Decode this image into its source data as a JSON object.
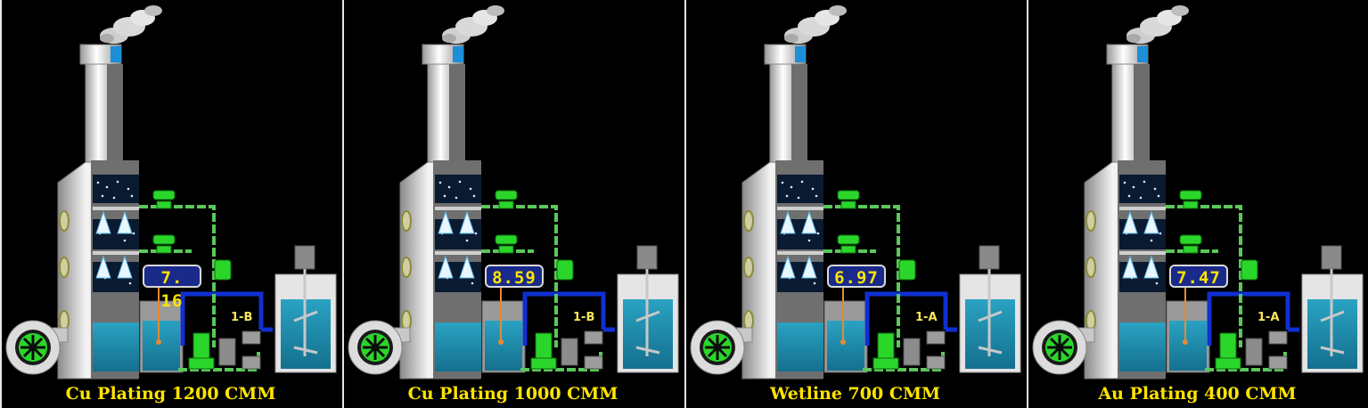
{
  "panels": [
    {
      "title": "Cu Plating 1200 CMM",
      "ph_value": "7. 16",
      "pump_tag": "1-B"
    },
    {
      "title": "Cu Plating 1000 CMM",
      "ph_value": "8.59",
      "pump_tag": "1-B"
    },
    {
      "title": "Wetline 700 CMM",
      "ph_value": "6.97",
      "pump_tag": "1-A"
    },
    {
      "title": "Au Plating 400 CMM",
      "ph_value": "7.47",
      "pump_tag": "1-A"
    }
  ],
  "colors": {
    "background": "#000000",
    "caption_text": "#ffe400",
    "ph_display_bg": "#1a2a8a",
    "ph_display_text": "#ffe400",
    "water": "#1f8fb0",
    "pipe_blue": "#1030d0",
    "pipe_green": "#5ac85a",
    "equipment_green": "#2bd62b"
  },
  "icons": {
    "fan": "fan-icon",
    "smoke": "smoke-icon",
    "pump": "pump-icon",
    "valve": "valve-icon",
    "spray_nozzle": "spray-nozzle-icon",
    "agitator": "agitator-icon"
  }
}
